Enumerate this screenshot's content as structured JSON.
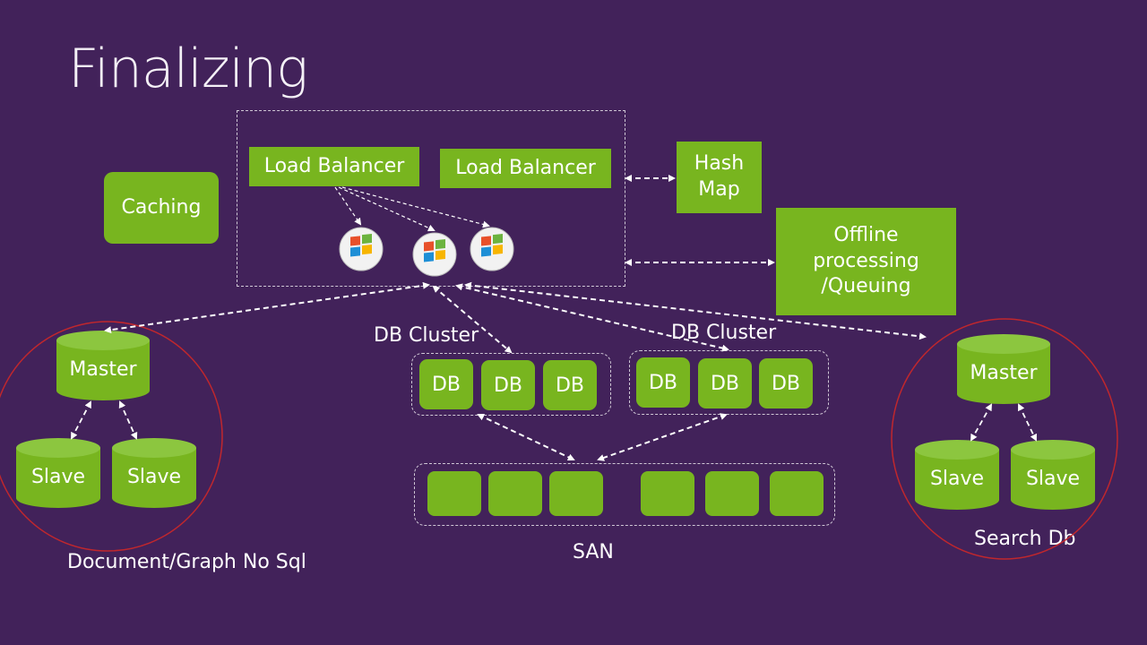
{
  "title": "Finalizing",
  "caching": "Caching",
  "load_balancers": [
    "Load Balancer",
    "Load Balancer"
  ],
  "hash_map": "Hash\nMap",
  "offline": "Offline\nprocessing\n/Queuing",
  "db_cluster_labels": [
    "DB Cluster",
    "DB Cluster"
  ],
  "db_label": "DB",
  "san_label": "SAN",
  "nosql": {
    "master": "Master",
    "slave_left": "Slave",
    "slave_right": "Slave",
    "caption": "Document/Graph No Sql"
  },
  "search": {
    "master": "Master",
    "slave_left": "Slave",
    "slave_right": "Slave",
    "caption": "Search Db"
  },
  "colors": {
    "background": "#42225a",
    "node_green": "#78b51f",
    "ring_red": "#c0272d"
  }
}
